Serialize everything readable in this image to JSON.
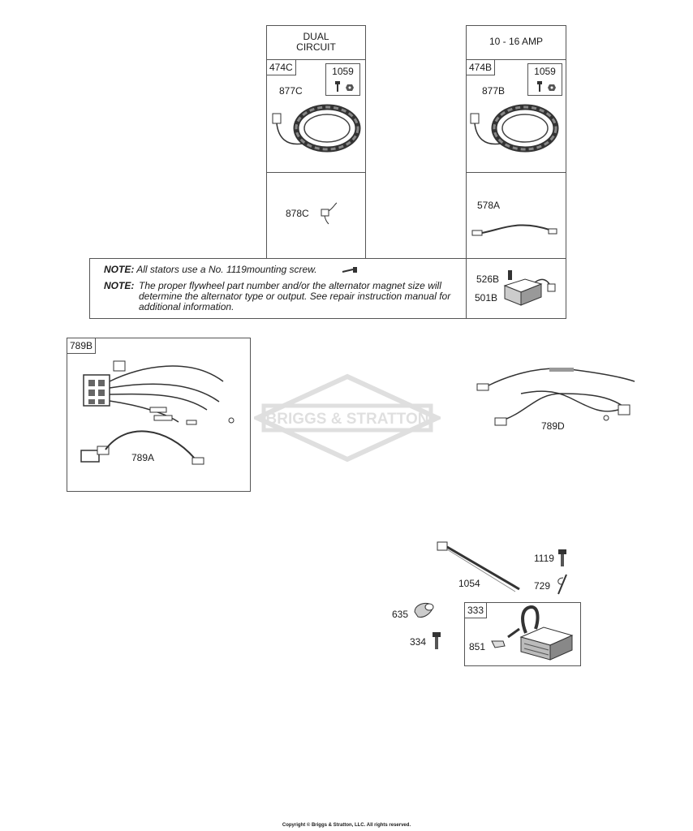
{
  "columns": {
    "dual": {
      "header": "DUAL\nCIRCUIT",
      "kit": "474C",
      "screw_kit": "1059",
      "stator": "877C",
      "lead": "878C"
    },
    "amp": {
      "header": "10 - 16 AMP",
      "kit": "474B",
      "screw_kit": "1059",
      "stator": "877B",
      "cable": "578A"
    }
  },
  "regulator": {
    "screw": "526B",
    "part": "501B"
  },
  "notes": [
    {
      "label": "NOTE:",
      "text": "All stators use a No. 1119mounting screw."
    },
    {
      "label": "NOTE:",
      "text": "The proper flywheel part number and/or the alternator magnet size will determine the alternator type or output. See repair instruction manual for additional information."
    }
  ],
  "harness": {
    "kit": "789B",
    "lead": "789A",
    "alt_harness": "789D"
  },
  "hardware": {
    "screw": "1119",
    "tie": "1054",
    "pin": "729",
    "cap": "635",
    "bolt": "334"
  },
  "armature": {
    "kit": "333",
    "clip": "851"
  },
  "watermark": "BRIGGS & STRATTON",
  "copyright": "Copyright © Briggs & Stratton, LLC. All rights reserved."
}
